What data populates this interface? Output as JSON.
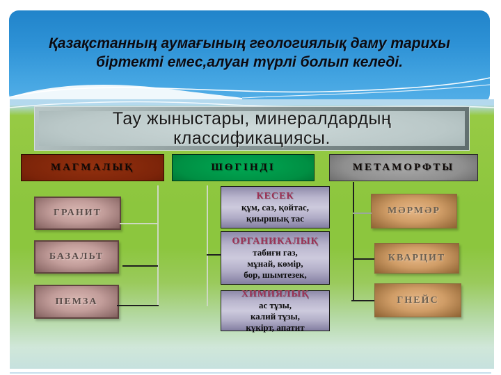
{
  "banner": {
    "title_line1": "Қазақстанның аумағының геологиялық даму тарихы",
    "title_line2": "біртекті емес,алуан түрлі болып келеді."
  },
  "diagram": {
    "header_line1": "Тау жыныстары, минералдардың",
    "header_line2": "классификациясы.",
    "magmatic": {
      "label": "МАГМАЛЫҚ",
      "items": [
        "ГРАНИТ",
        "БАЗАЛЬТ",
        "ПЕМЗА"
      ]
    },
    "sedimentary": {
      "label": "ШӨГІНДІ",
      "groups": [
        {
          "title": "КЕСЕК",
          "lines": [
            "құм, саз, қойтас,",
            "қиыршық тас"
          ]
        },
        {
          "title": "ОРГАНИКАЛЫҚ",
          "lines": [
            "табиғи газ,",
            "мұнай, көмір,",
            "бор, шымтезек,"
          ]
        },
        {
          "title": "ХИМИЯЛЫҚ",
          "lines": [
            "ас тұзы,",
            "калий тұзы,",
            "күкірт, апатит"
          ]
        }
      ]
    },
    "metamorphic": {
      "label": "МЕТАМОРФТЫ",
      "items": [
        "МӘРМӘР",
        "КВАРЦИТ",
        "ГНЕЙС"
      ]
    }
  },
  "colors": {
    "banner_blue": "#2e92d6",
    "board_green": "#8cc63e",
    "magmatic_red": "#7c2409",
    "sedimentary_green": "#008f43",
    "metamorphic_gray": "#8f8f8f",
    "rock_mauve": "#c29d9a",
    "rock_copper": "#d09d67",
    "group_silver": "#cdcadd",
    "group_title_maroon": "#9c3154"
  }
}
